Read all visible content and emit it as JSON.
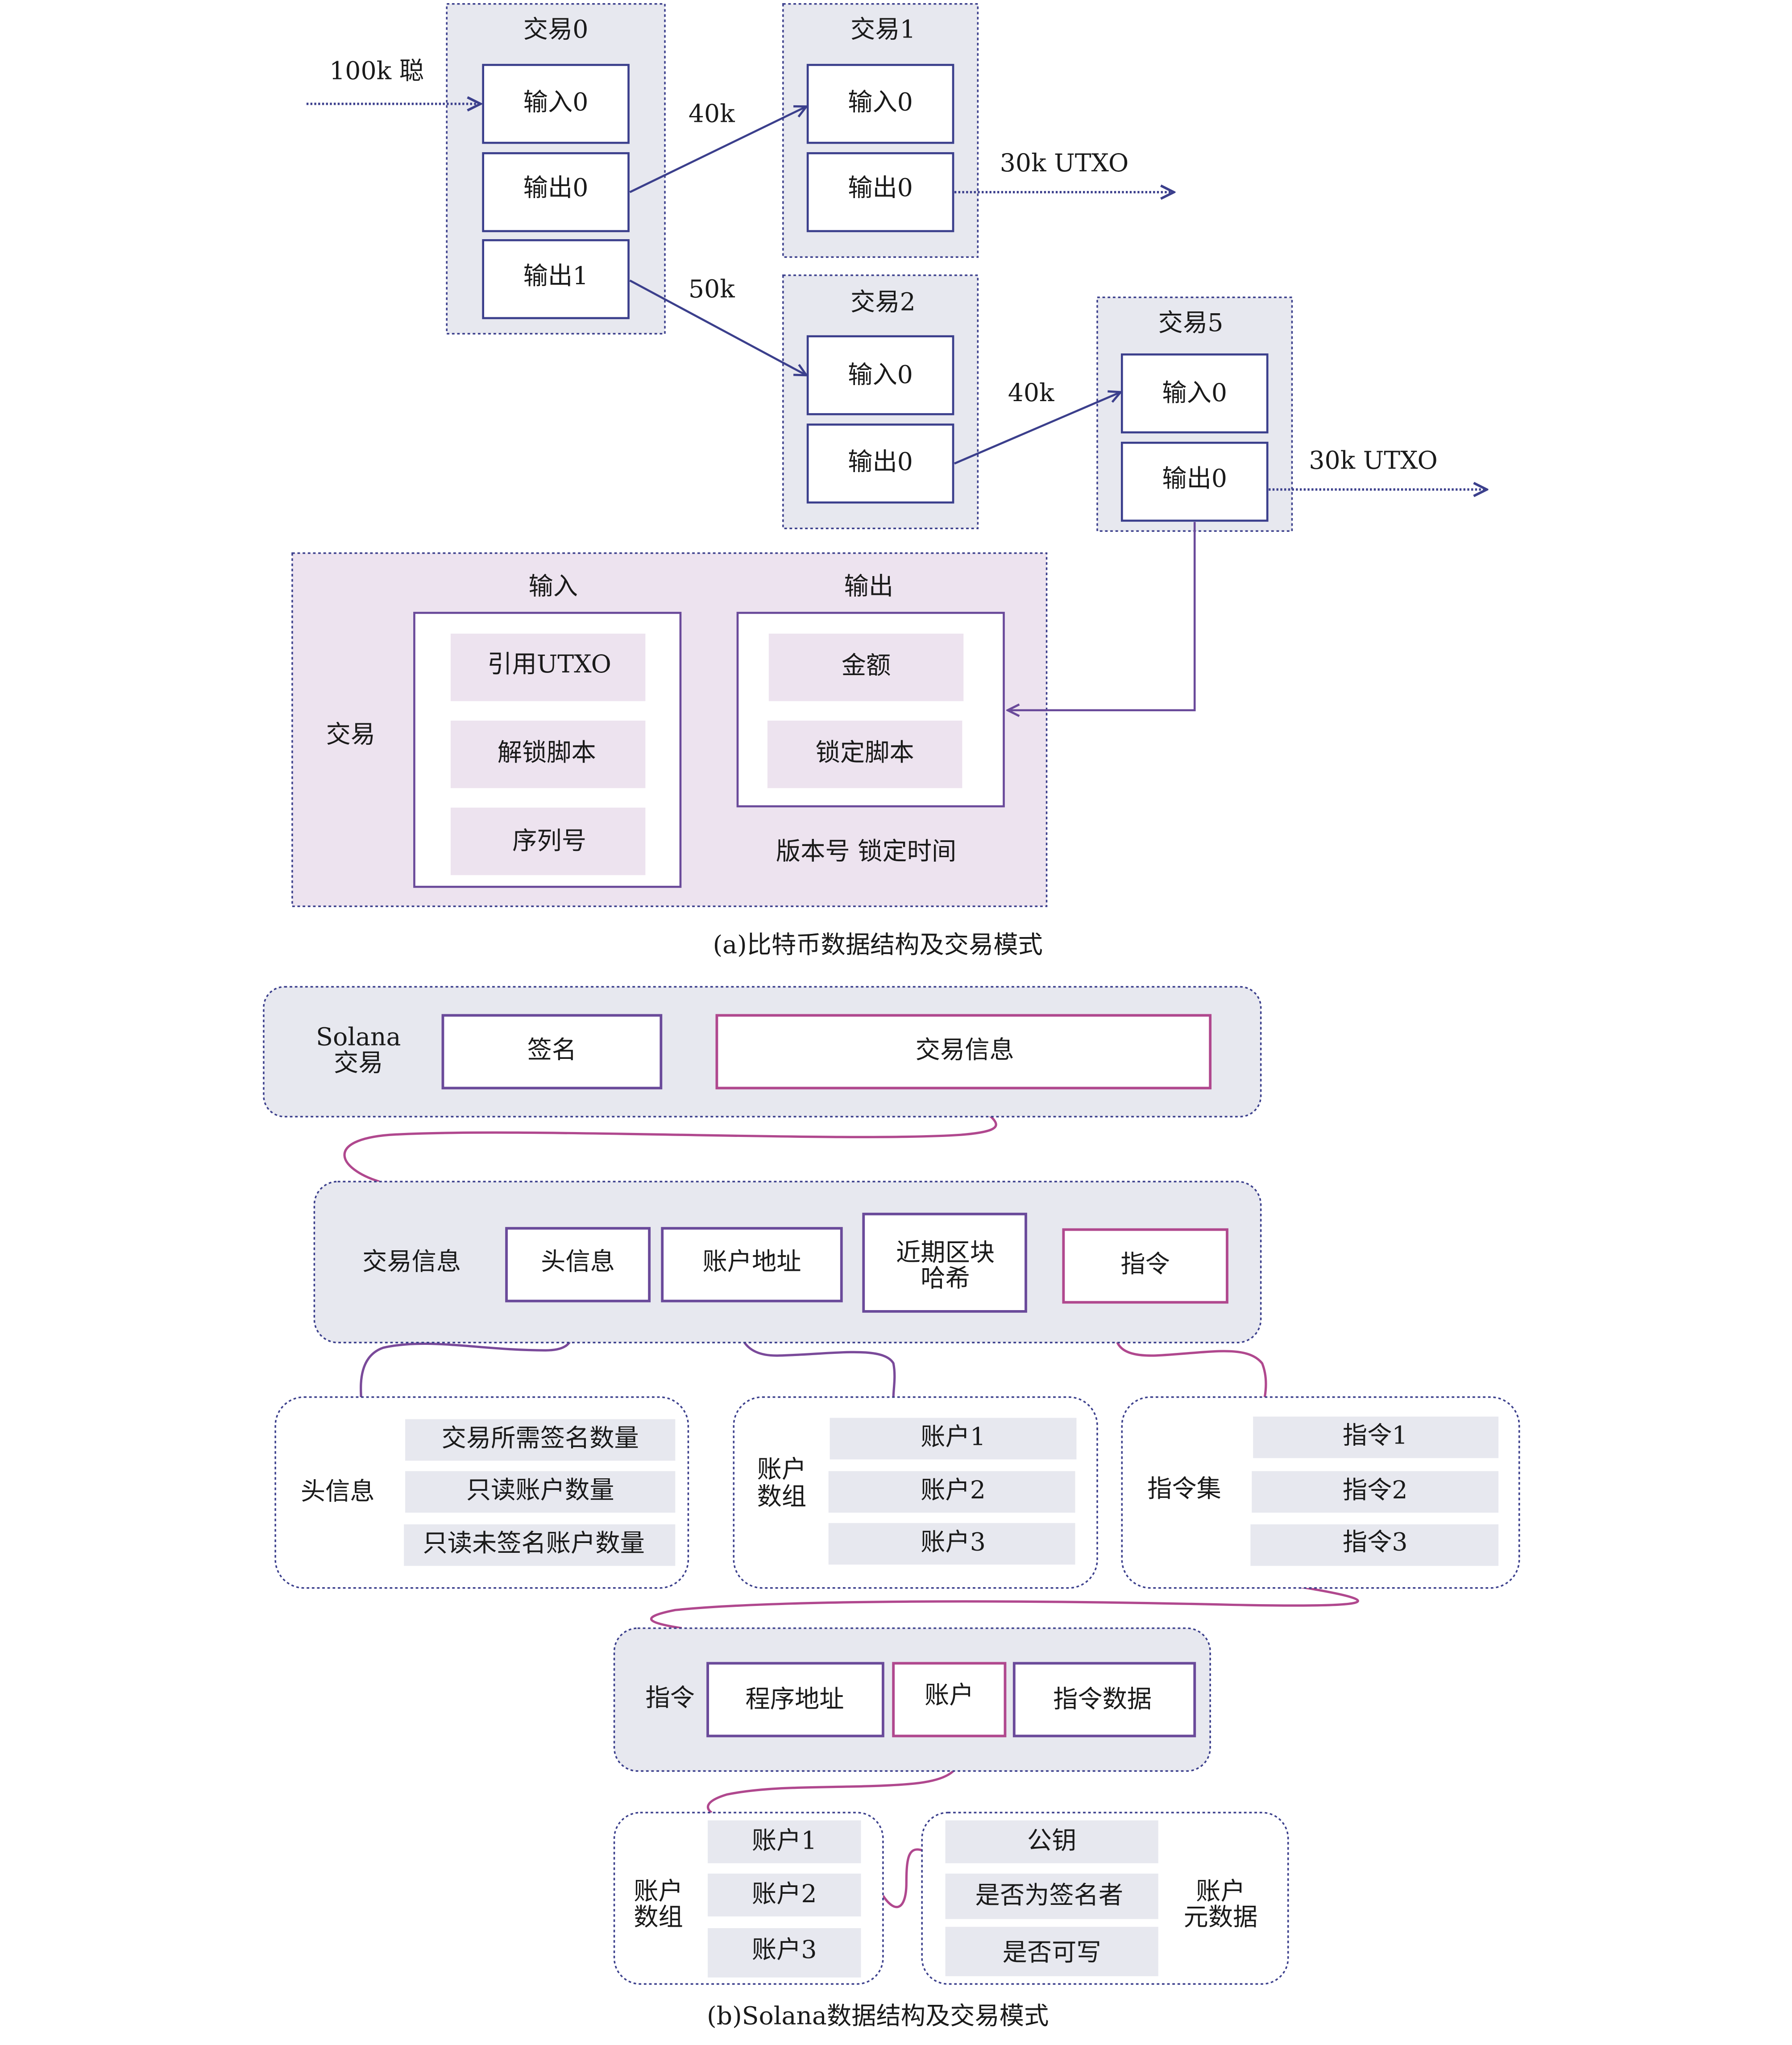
{
  "colors": {
    "navy": "#3b3f8c",
    "purple": "#6a4a9a",
    "magenta": "#b0488e",
    "panel_blue": "#e7e8ef",
    "panel_pink": "#ede3ef",
    "cell_blue": "#e7e8ef"
  },
  "bitcoin": {
    "input_amount": "100k 聪",
    "tx0": {
      "title": "交易0",
      "items": [
        "输入0",
        "输出0",
        "输出1"
      ]
    },
    "tx1": {
      "title": "交易1",
      "items": [
        "输入0",
        "输出0"
      ]
    },
    "tx2": {
      "title": "交易2",
      "items": [
        "输入0",
        "输出0"
      ]
    },
    "tx5": {
      "title": "交易5",
      "items": [
        "输入0",
        "输出0"
      ]
    },
    "edge_labels": {
      "tx0_out0_to_tx1": "40k",
      "tx0_out1_to_tx2": "50k",
      "tx2_out0_to_tx5": "40k",
      "tx1_utxo": "30k UTXO",
      "tx5_utxo": "30k UTXO"
    },
    "detail": {
      "label": "交易",
      "input_title": "输入",
      "input_fields": [
        "引用UTXO",
        "解锁脚本",
        "序列号"
      ],
      "output_title": "输出",
      "output_fields": [
        "金额",
        "锁定脚本"
      ],
      "footer": "版本号  锁定时间"
    },
    "caption": "(a)比特币数据结构及交易模式"
  },
  "solana": {
    "tx": {
      "label_line1": "Solana",
      "label_line2": "交易",
      "signature": "签名",
      "message": "交易信息"
    },
    "message": {
      "label": "交易信息",
      "header": "头信息",
      "account_addresses": "账户地址",
      "blockhash_line1": "近期区块",
      "blockhash_line2": "哈希",
      "instructions": "指令"
    },
    "header": {
      "label": "头信息",
      "fields": [
        "交易所需签名数量",
        "只读账户数量",
        "只读未签名账户数量"
      ]
    },
    "accounts": {
      "label_line1": "账户",
      "label_line2": "数组",
      "items": [
        "账户1",
        "账户2",
        "账户3"
      ]
    },
    "instruction_set": {
      "label": "指令集",
      "items": [
        "指令1",
        "指令2",
        "指令3"
      ]
    },
    "instruction": {
      "label": "指令",
      "program": "程序地址",
      "account": "账户",
      "data": "指令数据"
    },
    "ix_accounts": {
      "label_line1": "账户",
      "label_line2": "数组",
      "items": [
        "账户1",
        "账户2",
        "账户3"
      ]
    },
    "metadata": {
      "label_line1": "账户",
      "label_line2": "元数据",
      "fields": [
        "公钥",
        "是否为签名者",
        "是否可写"
      ]
    },
    "caption": "(b)Solana数据结构及交易模式"
  }
}
